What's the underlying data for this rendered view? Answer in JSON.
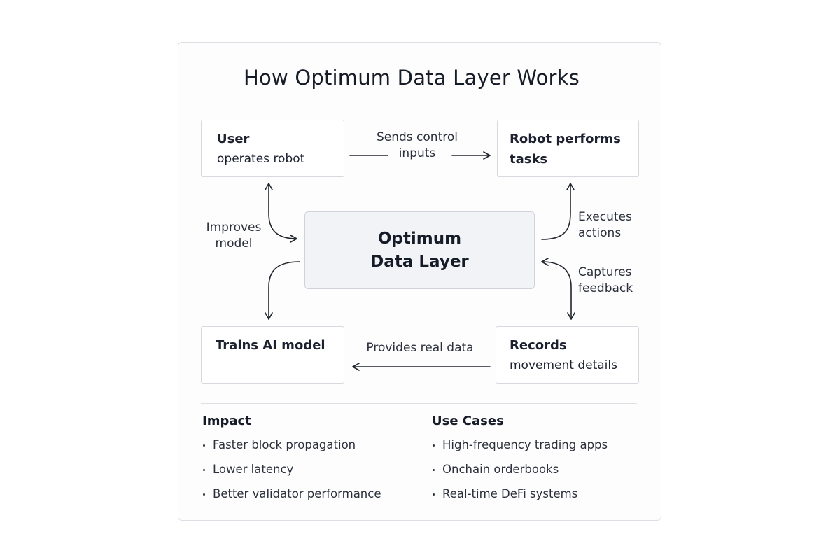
{
  "title": "How Optimum Data Layer Works",
  "nodes": {
    "user": {
      "head": "User",
      "sub": "operates robot"
    },
    "robot": {
      "head": "Robot performs",
      "sub": "tasks"
    },
    "core": {
      "line1": "Optimum",
      "line2": "Data Layer"
    },
    "train": {
      "head": "Trains AI model"
    },
    "records": {
      "head": "Records",
      "sub": "movement details"
    }
  },
  "edges": {
    "sends": {
      "line1": "Sends control",
      "line2": "inputs"
    },
    "improves": {
      "line1": "Improves",
      "line2": "model"
    },
    "executes": {
      "line1": "Executes",
      "line2": "actions"
    },
    "captures": {
      "line1": "Captures",
      "line2": "feedback"
    },
    "provides": {
      "line1": "Provides real data"
    }
  },
  "impact": {
    "heading": "Impact",
    "items": [
      "Faster block propagation",
      "Lower latency",
      "Better validator performance"
    ]
  },
  "use_cases": {
    "heading": "Use Cases",
    "items": [
      "High-frequency trading apps",
      "Onchain orderbooks",
      "Real-time DeFi systems"
    ]
  },
  "colors": {
    "stroke": "#22262f",
    "core_fill": "#f2f3f6",
    "border": "#d6d9de"
  }
}
